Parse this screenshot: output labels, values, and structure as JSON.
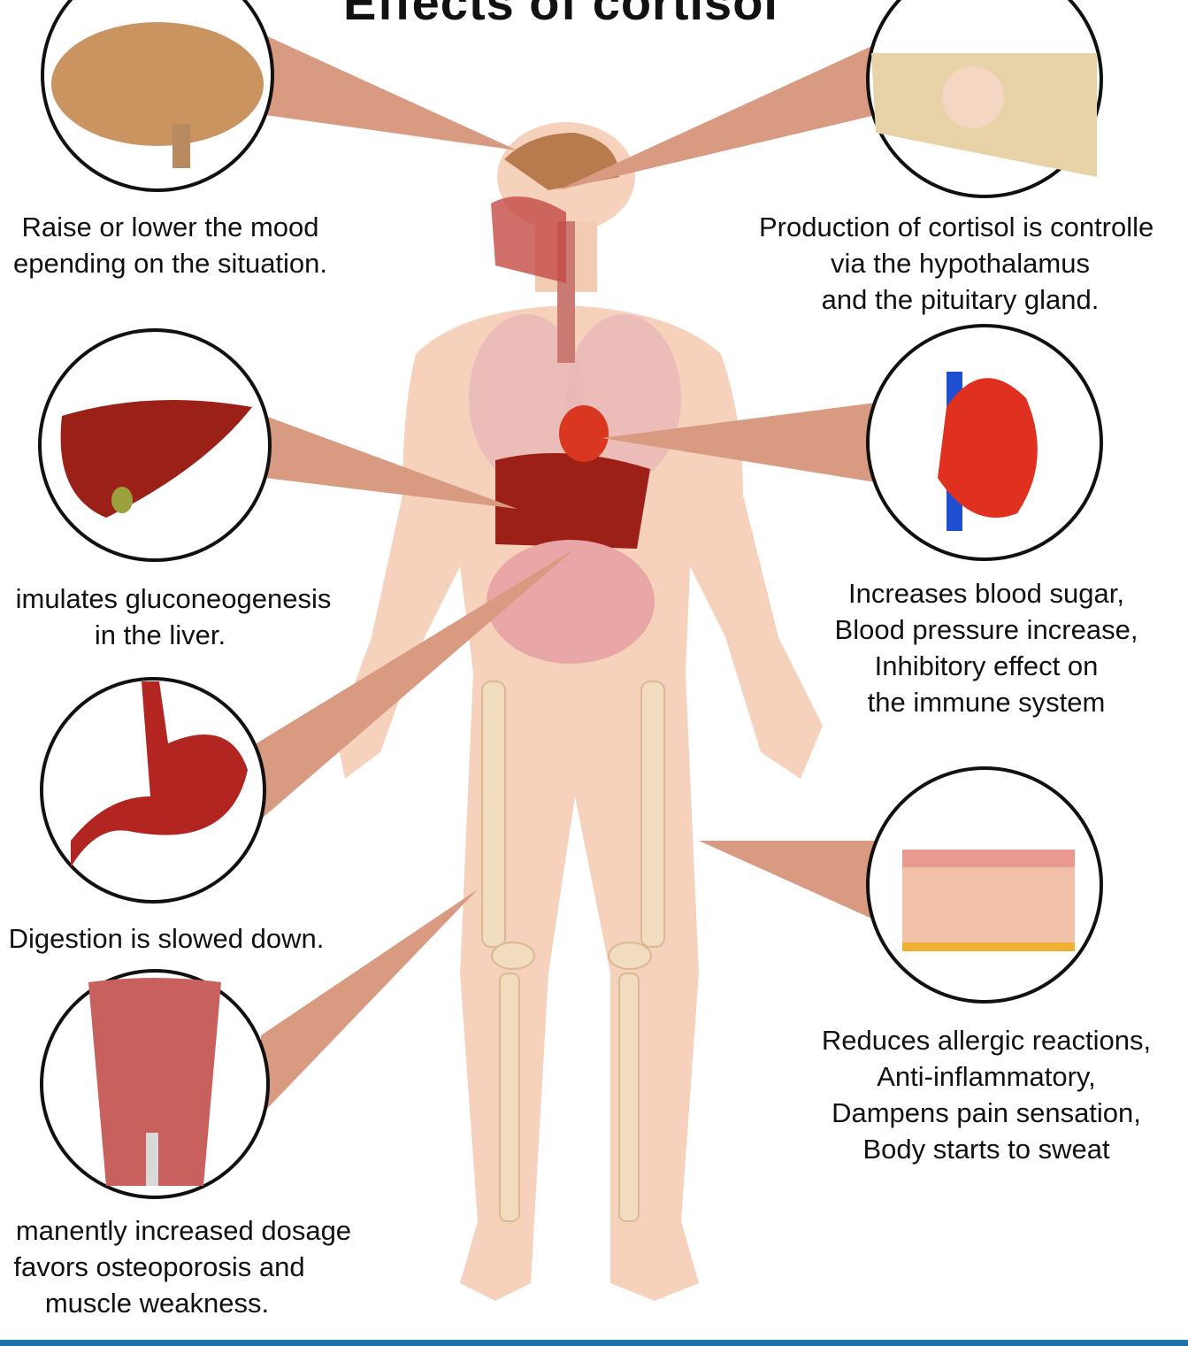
{
  "title": "Effects of cortisol",
  "callouts": {
    "brain": {
      "lines": [
        "Raise or lower the mood",
        "epending on the situation."
      ]
    },
    "pituitary": {
      "lines": [
        "Production of cortisol is controlle",
        "via the hypothalamus",
        "and the pituitary gland."
      ]
    },
    "liver": {
      "lines": [
        "imulates gluconeogenesis",
        "in the liver."
      ]
    },
    "heart": {
      "lines": [
        "Increases blood sugar,",
        "Blood pressure increase,",
        "Inhibitory effect on",
        "the immune system"
      ]
    },
    "stomach": {
      "lines": [
        "Digestion is slowed down."
      ]
    },
    "skin": {
      "lines": [
        "Reduces allergic reactions,",
        "Anti-inflammatory,",
        "Dampens pain sensation,",
        "Body starts to sweat"
      ]
    },
    "muscle": {
      "lines": [
        "manently increased dosage",
        "favors osteoporosis and",
        "muscle weakness."
      ]
    }
  },
  "colors": {
    "callout": "#d89a80",
    "skin": "#f6d2bc",
    "accent_bar": "#1f75ab",
    "organ": "#a3221c"
  }
}
